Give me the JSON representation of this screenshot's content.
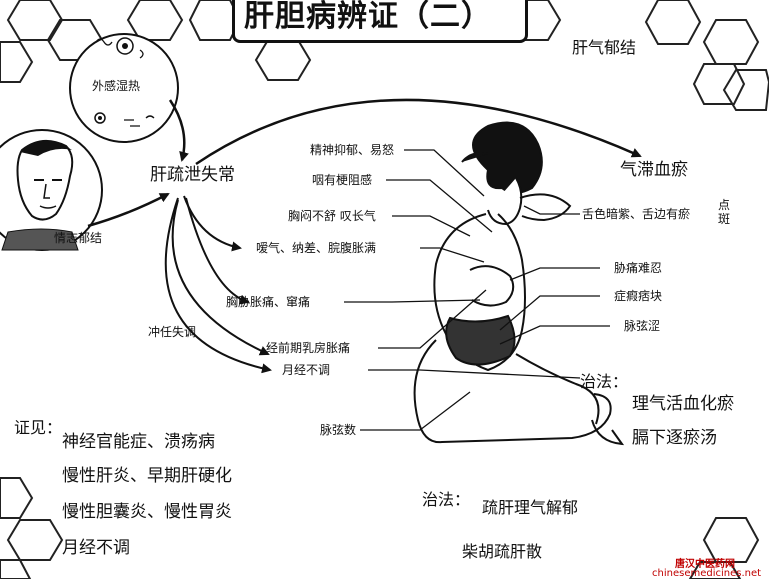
{
  "title": "肝胆病辨证（二）",
  "subtitle": "肝气郁结",
  "causes": {
    "external": "外感湿热",
    "emotion": "情志郁结"
  },
  "center_node": "肝疏泄失常",
  "right_node": "气滞血瘀",
  "side_label_chongren": "冲任失调",
  "symptoms_left": [
    "精神抑郁、易怒",
    "咽有梗阻感",
    "胸闷不舒 叹长气",
    "嗳气、纳差、脘腹胀满",
    "胸胁胀痛、窜痛",
    "经前期乳房胀痛",
    "月经不调",
    "脉弦数"
  ],
  "symptoms_right": {
    "tongue_main": "舌色暗紫、舌边有瘀",
    "tongue_suffix": "点斑",
    "s1": "胁痛难忍",
    "s2": "症瘕痞块",
    "s3": "脉弦涩"
  },
  "treatment_right": {
    "label": "治法：",
    "method": "理气活血化瘀",
    "formula": "膈下逐瘀汤"
  },
  "syndromes": {
    "label": "证见：",
    "lines": [
      "神经官能症、溃疡病",
      "慢性肝炎、早期肝硬化",
      "慢性胆囊炎、慢性胃炎",
      "月经不调"
    ]
  },
  "treatment_bottom": {
    "label": "治法：",
    "method": "疏肝理气解郁",
    "formula": "柴胡疏肝散"
  },
  "watermark": {
    "line1": "唐汉中医药网",
    "line2": "chinesemedicines.net"
  }
}
